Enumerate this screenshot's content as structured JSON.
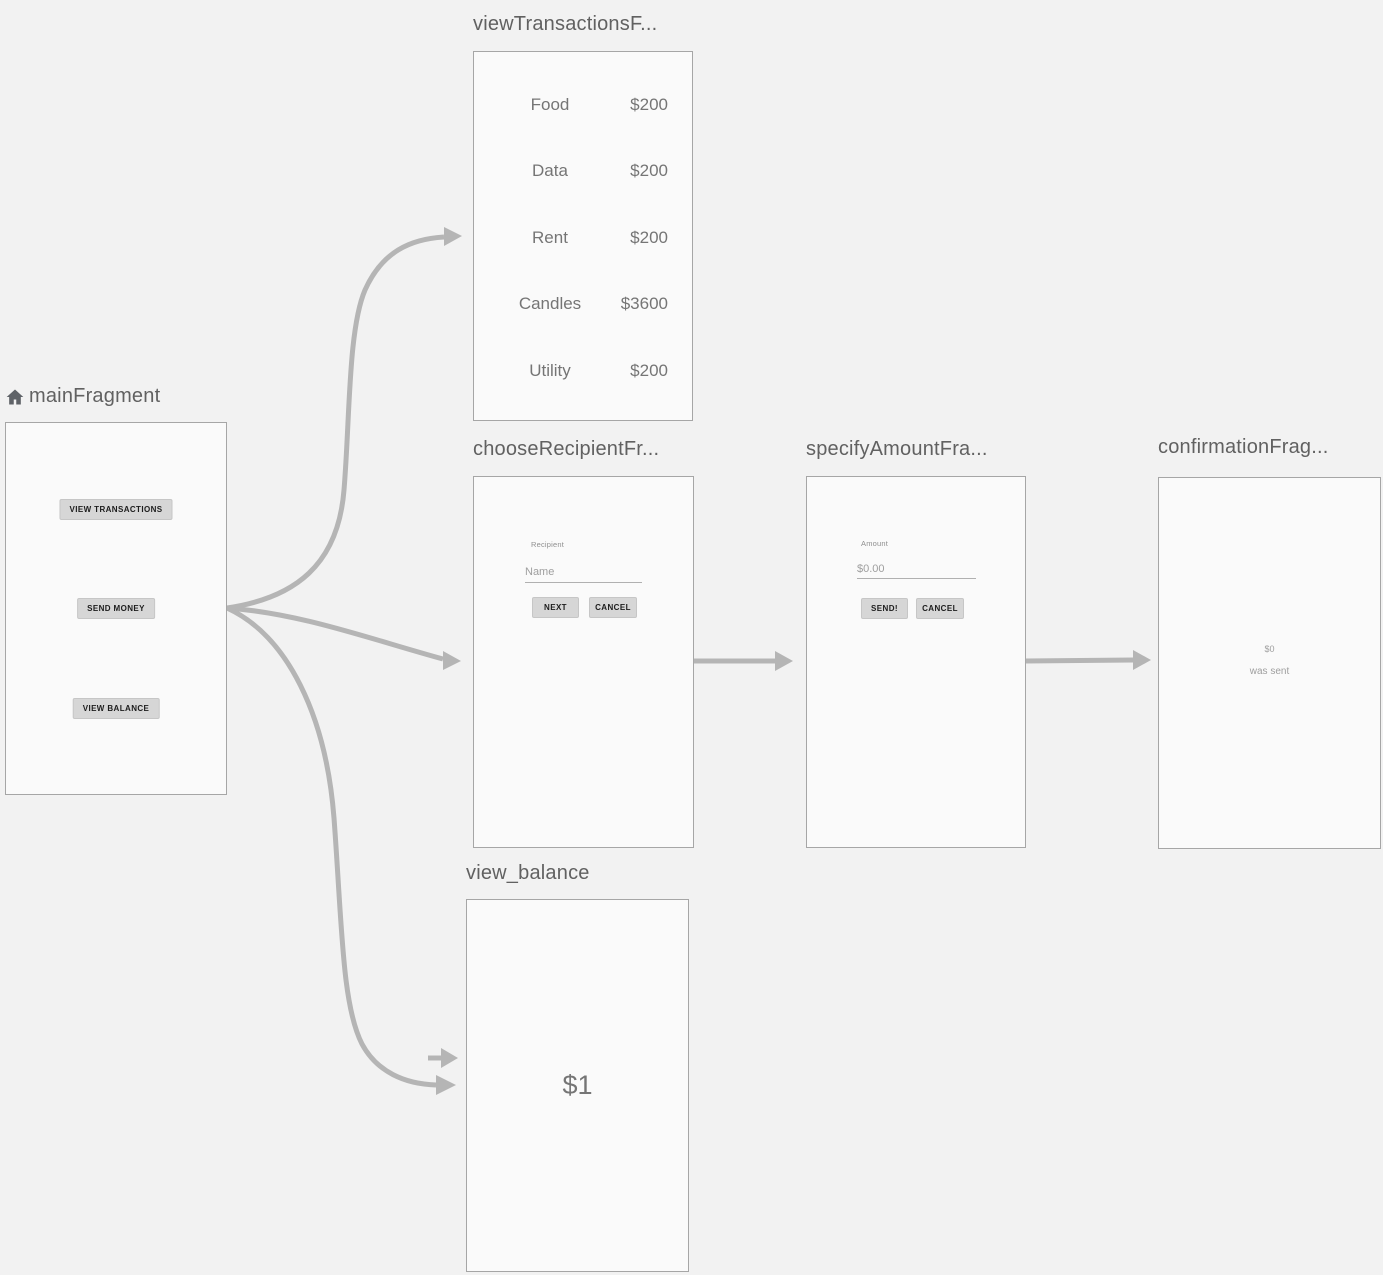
{
  "colors": {
    "bg": "#f2f2f2",
    "panel_bg": "#fafafa",
    "panel_border": "#a6a6a6",
    "arrow": "#b5b5b5",
    "title_text": "#616161",
    "body_text": "#757575",
    "muted_text": "#9e9e9e",
    "btn_bg": "#d6d6d6",
    "btn_text": "#1c1c1c"
  },
  "fragments": {
    "main": {
      "title": "mainFragment",
      "home_icon": "home-icon",
      "buttons": [
        "VIEW TRANSACTIONS",
        "SEND MONEY",
        "VIEW BALANCE"
      ]
    },
    "view_transactions": {
      "title": "viewTransactionsF...",
      "rows": [
        {
          "label": "Food",
          "amount": "$200"
        },
        {
          "label": "Data",
          "amount": "$200"
        },
        {
          "label": "Rent",
          "amount": "$200"
        },
        {
          "label": "Candles",
          "amount": "$3600"
        },
        {
          "label": "Utility",
          "amount": "$200"
        }
      ]
    },
    "choose_recipient": {
      "title": "chooseRecipientFr...",
      "field_label": "Recipient",
      "field_placeholder": "Name",
      "buttons": [
        "NEXT",
        "CANCEL"
      ]
    },
    "specify_amount": {
      "title": "specifyAmountFra...",
      "field_label": "Amount",
      "field_placeholder": "$0.00",
      "buttons": [
        "SEND!",
        "CANCEL"
      ]
    },
    "confirmation": {
      "title": "confirmationFrag...",
      "amount": "$0",
      "message": "was sent"
    },
    "view_balance": {
      "title": "view_balance",
      "balance": "$1"
    }
  }
}
